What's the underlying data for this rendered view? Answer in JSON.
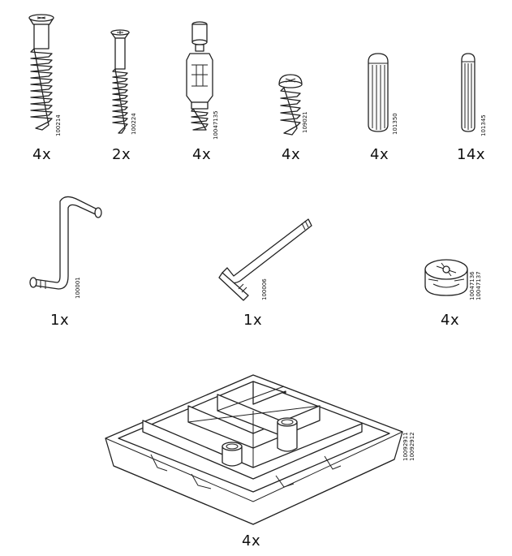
{
  "parts": [
    {
      "id": "p1",
      "qty": "4x",
      "codes": [
        "100214"
      ],
      "icon": "countersunk-screw"
    },
    {
      "id": "p2",
      "qty": "2x",
      "codes": [
        "100224"
      ],
      "icon": "long-screw"
    },
    {
      "id": "p3",
      "qty": "4x",
      "codes": [
        "10047135"
      ],
      "icon": "connector-bolt"
    },
    {
      "id": "p4",
      "qty": "4x",
      "codes": [
        "109021"
      ],
      "icon": "pan-head-screw"
    },
    {
      "id": "p5",
      "qty": "4x",
      "codes": [
        "101350"
      ],
      "icon": "large-dowel"
    },
    {
      "id": "p6",
      "qty": "14x",
      "codes": [
        "101345"
      ],
      "icon": "small-dowel"
    },
    {
      "id": "p7",
      "qty": "1x",
      "codes": [
        "100001"
      ],
      "icon": "crank-key"
    },
    {
      "id": "p8",
      "qty": "1x",
      "codes": [
        "100006"
      ],
      "icon": "allen-key"
    },
    {
      "id": "p9",
      "qty": "4x",
      "codes": [
        "10047136",
        "10047137"
      ],
      "icon": "cam-lock"
    },
    {
      "id": "p10",
      "qty": "4x",
      "codes": [
        "10092911",
        "10092912"
      ],
      "icon": "plastic-foot"
    }
  ]
}
